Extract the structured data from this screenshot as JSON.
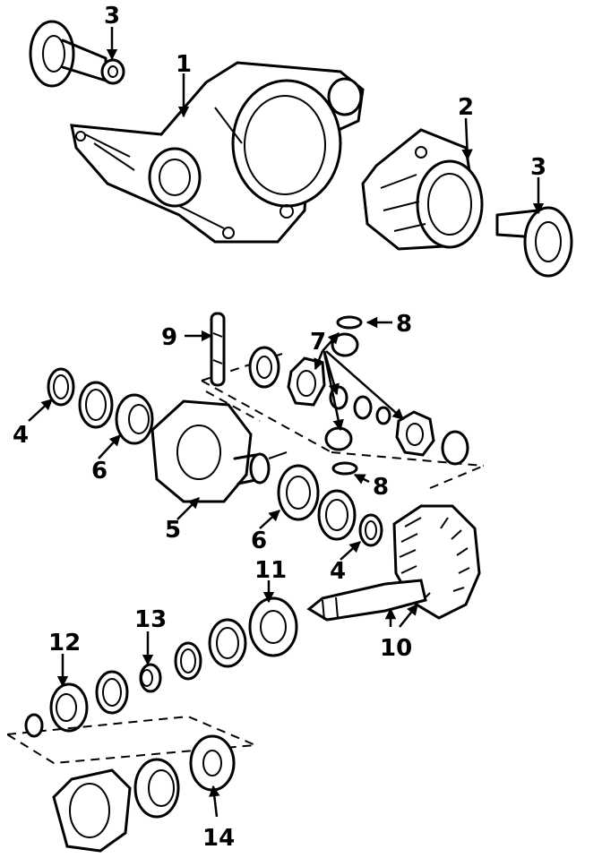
{
  "callouts": {
    "c1": "1",
    "c2": "2",
    "c3a": "3",
    "c3b": "3",
    "c4a": "4",
    "c4b": "4",
    "c5": "5",
    "c6a": "6",
    "c6b": "6",
    "c7": "7",
    "c8a": "8",
    "c8b": "8",
    "c9": "9",
    "c10": "10",
    "c11": "11",
    "c12": "12",
    "c13": "13",
    "c14": "14"
  }
}
